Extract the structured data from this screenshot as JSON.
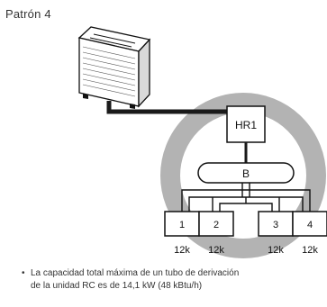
{
  "title": "Patrón 4",
  "hr_unit_label": "HR1",
  "branch_label": "B",
  "units": [
    {
      "number": "1",
      "capacity": "12k"
    },
    {
      "number": "2",
      "capacity": "12k"
    },
    {
      "number": "3",
      "capacity": "12k"
    },
    {
      "number": "4",
      "capacity": "12k"
    }
  ],
  "note": {
    "bullet": "•",
    "line1": "La capacidad total máxima de un tubo de derivación",
    "line2": "de la unidad RC es de 14,1 kW (48 kBtu/h)"
  },
  "colors": {
    "ring": "#b3b3b3",
    "pipe": "#1a1a1a",
    "outdoor_unit_body": "#ffffff",
    "outdoor_unit_side": "#d9d9d9"
  }
}
